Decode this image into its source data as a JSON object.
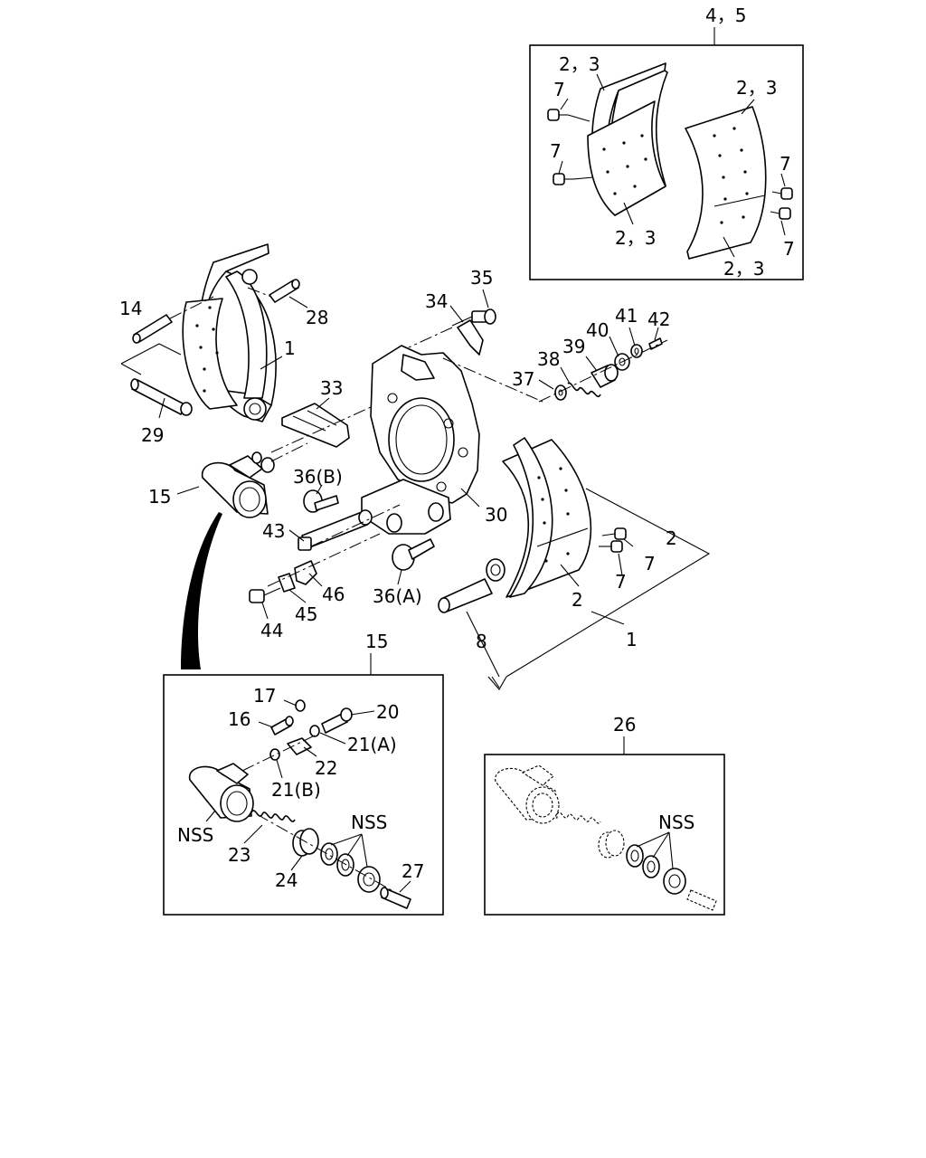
{
  "labels": {
    "box_top_assembly": "4，5",
    "box_top_2_3_a": "2，3",
    "box_top_2_3_b": "2，3",
    "box_top_2_3_c": "2，3",
    "box_top_2_3_d": "2，3",
    "box_top_7_a": "7",
    "box_top_7_b": "7",
    "box_top_7_c": "7",
    "box_top_7_d": "7",
    "p14": "14",
    "p28": "28",
    "p1_upper": "1",
    "p29": "29",
    "p33": "33",
    "p34": "34",
    "p35": "35",
    "p37": "37",
    "p38": "38",
    "p39": "39",
    "p40": "40",
    "p41": "41",
    "p42": "42",
    "p15_main": "15",
    "p36b": "36(B)",
    "p30": "30",
    "p43": "43",
    "p46": "46",
    "p36a": "36(A)",
    "p45": "45",
    "p44": "44",
    "p2_right": "2",
    "p7_a": "7",
    "p7_b": "7",
    "p2_lower": "2",
    "p1_lower": "1",
    "p8": "8",
    "box15_title": "15",
    "p17": "17",
    "p16": "16",
    "p20": "20",
    "p21a": "21(A)",
    "p22": "22",
    "p21b": "21(B)",
    "nss_left": "NSS",
    "p23": "23",
    "p24": "24",
    "nss_mid": "NSS",
    "p27": "27",
    "box26_title": "26",
    "nss_right": "NSS"
  }
}
